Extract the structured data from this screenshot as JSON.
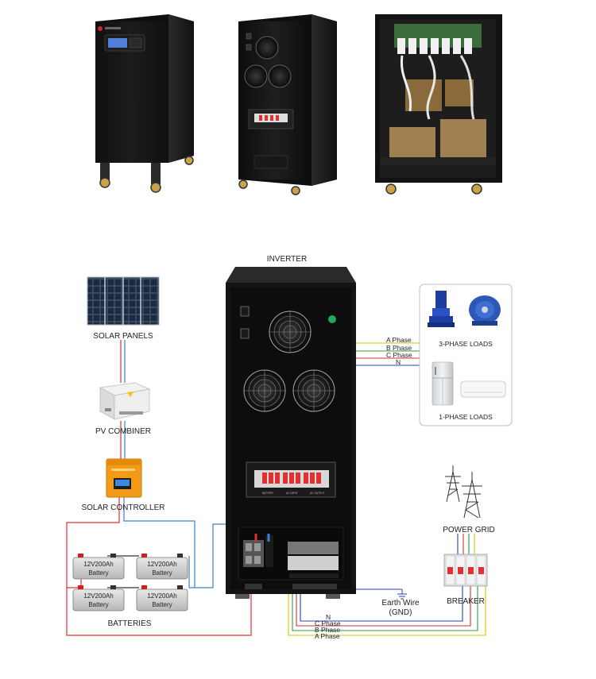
{
  "labels": {
    "inverter": "INVERTER",
    "solar_panels": "SOLAR PANELS",
    "pv_combiner": "PV COMBINER",
    "solar_controller": "SOLAR CONTROLLER",
    "batteries": "BATTERIES",
    "three_phase_loads": "3-PHASE LOADS",
    "one_phase_loads": "1-PHASE LOADS",
    "power_grid": "POWER GRID",
    "breaker": "BREAKER",
    "earth_wire_1": "Earth Wire",
    "earth_wire_2": "(GND)"
  },
  "battery": {
    "rating": "12V200Ah",
    "name": "Battery"
  },
  "wires_top": [
    "A Phase",
    "B Phase",
    "C Phase",
    "N"
  ],
  "wires_bottom": [
    "N",
    "C Phase",
    "B Phase",
    "A Phase"
  ],
  "panel_text": {
    "battery": "BATTERY",
    "ac_input": "AC INPUT",
    "ac_output": "AC OUTPUT"
  },
  "colors": {
    "a_phase": "#d9c400",
    "b_phase": "#2e9e3e",
    "c_phase": "#d63030",
    "n": "#2b3fb8",
    "dc_red": "#e03030",
    "dc_blue": "#3a7fd0",
    "cabinet": "#151515",
    "controller_orange": "#f39a16"
  }
}
